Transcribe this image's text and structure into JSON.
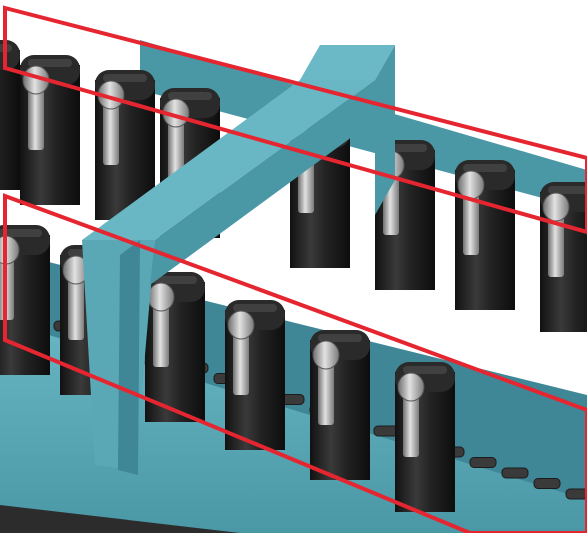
{
  "scene": {
    "subject": "battery-cells-on-conveyor",
    "colors": {
      "background": "#ffffff",
      "frame_teal": "#5aa7b5",
      "frame_teal_dark": "#3f8796",
      "cell_black": "#202020",
      "cell_highlight": "#4a4a4a",
      "terminal_gray": "#9a9a9a",
      "terminal_light": "#d8d8d8",
      "chain": "#3c3c3c",
      "highlight_red": "#e52630"
    },
    "highlight_boxes": [
      {
        "name": "back-row-highlight-box"
      },
      {
        "name": "front-row-highlight-box"
      }
    ]
  }
}
